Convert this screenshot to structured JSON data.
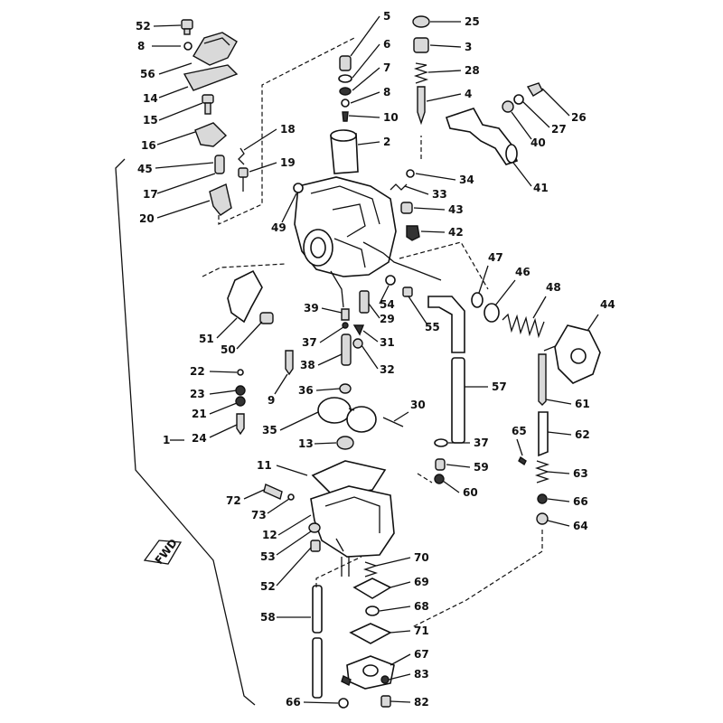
{
  "diagram": {
    "background": "#ffffff",
    "ink": "#111111",
    "orientation_badge": "FWD",
    "part_labels": [
      {
        "ref": "p52a",
        "text": "52"
      },
      {
        "ref": "p8",
        "text": "8"
      },
      {
        "ref": "p56",
        "text": "56"
      },
      {
        "ref": "p14",
        "text": "14"
      },
      {
        "ref": "p15",
        "text": "15"
      },
      {
        "ref": "p16",
        "text": "16"
      },
      {
        "ref": "p45",
        "text": "45"
      },
      {
        "ref": "p17",
        "text": "17"
      },
      {
        "ref": "p20",
        "text": "20"
      },
      {
        "ref": "p18",
        "text": "18"
      },
      {
        "ref": "p19",
        "text": "19"
      },
      {
        "ref": "p5",
        "text": "5"
      },
      {
        "ref": "p6",
        "text": "6"
      },
      {
        "ref": "p7",
        "text": "7"
      },
      {
        "ref": "p8b",
        "text": "8"
      },
      {
        "ref": "p10",
        "text": "10"
      },
      {
        "ref": "p2",
        "text": "2"
      },
      {
        "ref": "p25",
        "text": "25"
      },
      {
        "ref": "p3",
        "text": "3"
      },
      {
        "ref": "p28",
        "text": "28"
      },
      {
        "ref": "p4",
        "text": "4"
      },
      {
        "ref": "p26",
        "text": "26"
      },
      {
        "ref": "p27",
        "text": "27"
      },
      {
        "ref": "p40",
        "text": "40"
      },
      {
        "ref": "p41",
        "text": "41"
      },
      {
        "ref": "p34",
        "text": "34"
      },
      {
        "ref": "p33",
        "text": "33"
      },
      {
        "ref": "p43",
        "text": "43"
      },
      {
        "ref": "p42",
        "text": "42"
      },
      {
        "ref": "p49",
        "text": "49"
      },
      {
        "ref": "p47",
        "text": "47"
      },
      {
        "ref": "p46",
        "text": "46"
      },
      {
        "ref": "p48",
        "text": "48"
      },
      {
        "ref": "p44",
        "text": "44"
      },
      {
        "ref": "p51",
        "text": "51"
      },
      {
        "ref": "p50",
        "text": "50"
      },
      {
        "ref": "p39",
        "text": "39"
      },
      {
        "ref": "p54",
        "text": "54"
      },
      {
        "ref": "p29",
        "text": "29"
      },
      {
        "ref": "p55",
        "text": "55"
      },
      {
        "ref": "p37a",
        "text": "37"
      },
      {
        "ref": "p31",
        "text": "31"
      },
      {
        "ref": "p38",
        "text": "38"
      },
      {
        "ref": "p32",
        "text": "32"
      },
      {
        "ref": "p22",
        "text": "22"
      },
      {
        "ref": "p23",
        "text": "23"
      },
      {
        "ref": "p21",
        "text": "21"
      },
      {
        "ref": "p24",
        "text": "24"
      },
      {
        "ref": "p9",
        "text": "9"
      },
      {
        "ref": "p36",
        "text": "36"
      },
      {
        "ref": "p57",
        "text": "57"
      },
      {
        "ref": "p61",
        "text": "61"
      },
      {
        "ref": "p30",
        "text": "30"
      },
      {
        "ref": "p35",
        "text": "35"
      },
      {
        "ref": "p1",
        "text": "1"
      },
      {
        "ref": "p13",
        "text": "13"
      },
      {
        "ref": "p37b",
        "text": "37"
      },
      {
        "ref": "p65",
        "text": "65"
      },
      {
        "ref": "p62",
        "text": "62"
      },
      {
        "ref": "p59",
        "text": "59"
      },
      {
        "ref": "p11",
        "text": "11"
      },
      {
        "ref": "p60",
        "text": "60"
      },
      {
        "ref": "p63",
        "text": "63"
      },
      {
        "ref": "p72",
        "text": "72"
      },
      {
        "ref": "p73",
        "text": "73"
      },
      {
        "ref": "p66a",
        "text": "66"
      },
      {
        "ref": "p12",
        "text": "12"
      },
      {
        "ref": "p64",
        "text": "64"
      },
      {
        "ref": "p53",
        "text": "53"
      },
      {
        "ref": "p52b",
        "text": "52"
      },
      {
        "ref": "p70",
        "text": "70"
      },
      {
        "ref": "p69",
        "text": "69"
      },
      {
        "ref": "p58",
        "text": "58"
      },
      {
        "ref": "p68",
        "text": "68"
      },
      {
        "ref": "p71",
        "text": "71"
      },
      {
        "ref": "p67",
        "text": "67"
      },
      {
        "ref": "p83",
        "text": "83"
      },
      {
        "ref": "p66b",
        "text": "66"
      },
      {
        "ref": "p82",
        "text": "82"
      }
    ]
  }
}
